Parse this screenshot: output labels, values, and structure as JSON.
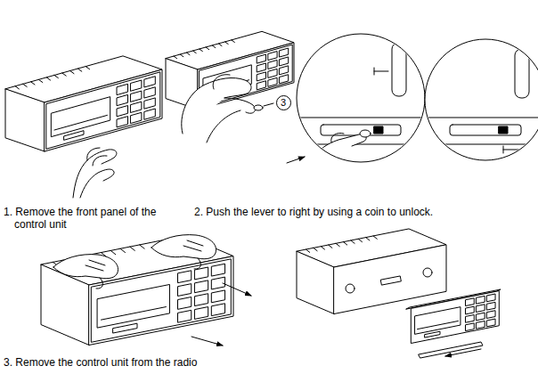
{
  "diagram": {
    "nodes": [
      {
        "text": [
          "3"
        ]
      }
    ],
    "labels": [
      "1. Remove the front panel of the control unit",
      "2. Push the lever to right by using a coin to unlock.",
      "3. Remove the control unit from the radio"
    ]
  }
}
